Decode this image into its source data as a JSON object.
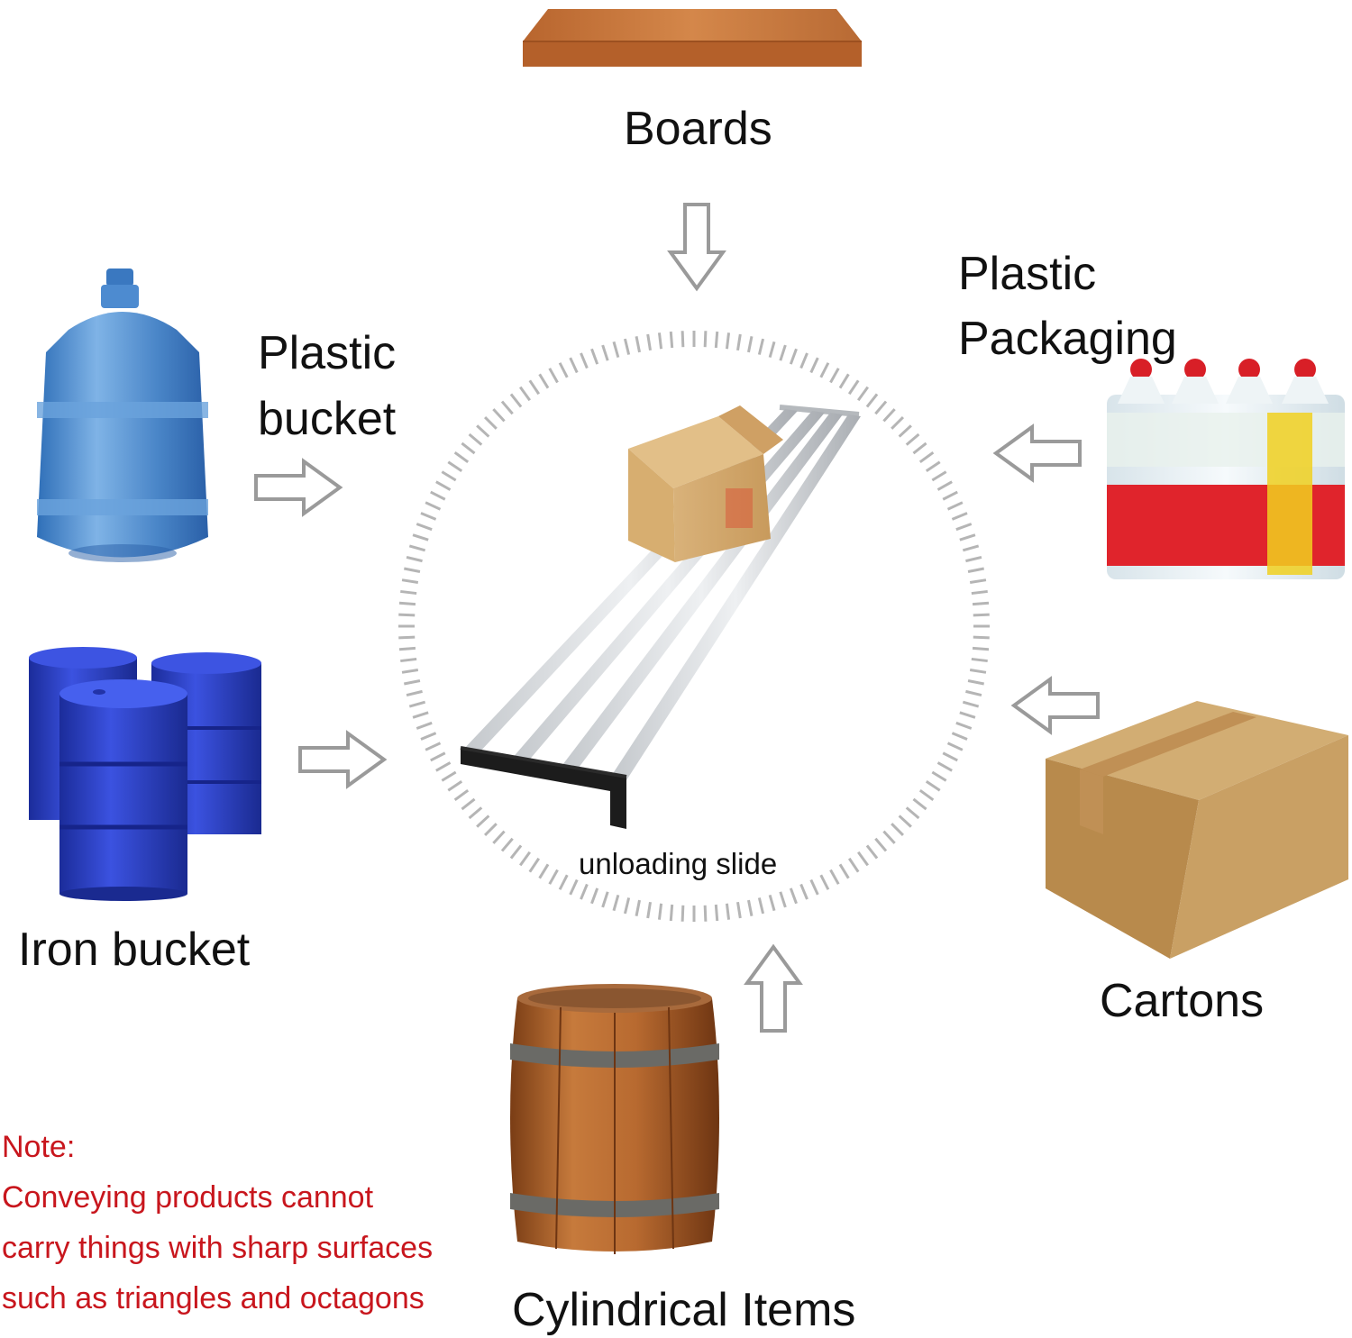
{
  "items": {
    "boards": "Boards",
    "plastic_bucket_line1": "Plastic",
    "plastic_bucket_line2": "bucket",
    "plastic_packaging_line1": "Plastic",
    "plastic_packaging_line2": "Packaging",
    "iron_bucket": "Iron bucket",
    "cartons": "Cartons",
    "cylindrical_items": "Cylindrical Items"
  },
  "center": {
    "caption": "unloading slide"
  },
  "note": {
    "heading": "Note:",
    "line1": "Conveying products cannot",
    "line2": "carry things with sharp surfaces",
    "line3": "such as triangles and octagons"
  },
  "colors": {
    "note_text": "#c8161d",
    "arrow_outline": "#9a9a9a",
    "dial_ticks": "#b5b5b5",
    "wood": "#c97a3a",
    "water_jug": "#4a86c8",
    "drum": "#2a3fc4",
    "carton": "#c9a064"
  },
  "icons": {
    "boards": "wood-board-icon",
    "plastic_bucket": "water-jug-icon",
    "iron_bucket": "steel-drum-icon",
    "plastic_packaging": "bottle-pack-icon",
    "cartons": "cardboard-box-icon",
    "cylindrical_items": "wooden-barrel-icon",
    "center": "roller-slide-icon"
  }
}
